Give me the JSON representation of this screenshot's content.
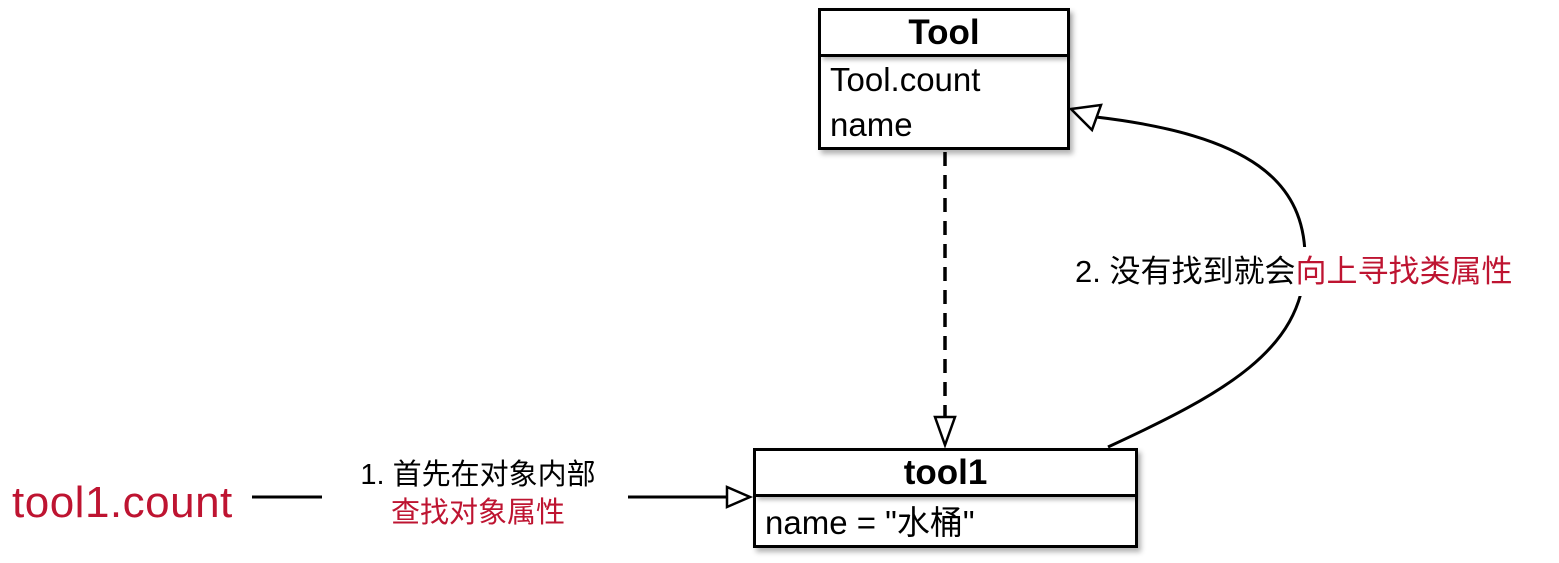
{
  "colors": {
    "accent_red": "#be1431",
    "line_black": "#000000",
    "background": "#ffffff"
  },
  "class_box": {
    "title": "Tool",
    "attributes": [
      "Tool.count",
      "name"
    ]
  },
  "instance_box": {
    "title": "tool1",
    "attributes": [
      "name = \"水桶\""
    ]
  },
  "expression": "tool1.count",
  "annotations": {
    "step1": {
      "prefix": "1. 首先在对象内部",
      "highlight": "查找对象属性"
    },
    "step2": {
      "prefix": "2. 没有找到就会",
      "highlight": "向上寻找类属性"
    }
  }
}
